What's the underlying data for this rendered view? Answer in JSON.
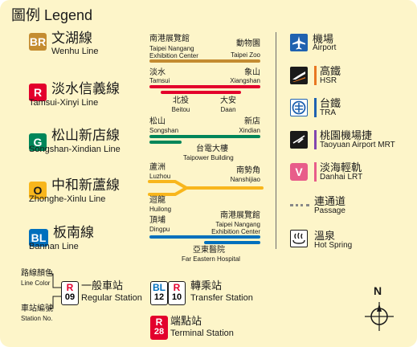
{
  "title": "圖例 Legend",
  "colors": {
    "background": "#fdf5c9",
    "wenhu": "#c48c31",
    "tamsui_xinyi": "#e3002c",
    "songshan_xindian": "#008659",
    "zhonghe_xinlu": "#f8b61c",
    "bannan": "#0070bd",
    "danhai": "#e85d8a",
    "airport_mrt": "#8246af"
  },
  "lines": [
    {
      "code": "BR",
      "name_zh": "文湖線",
      "name_en": "Wenhu Line",
      "color": "#c48c31"
    },
    {
      "code": "R",
      "name_zh": "淡水信義線",
      "name_en": "Tamsui-Xinyi Line",
      "color": "#e3002c"
    },
    {
      "code": "G",
      "name_zh": "松山新店線",
      "name_en": "Songshan-Xindian Line",
      "color": "#008659"
    },
    {
      "code": "O",
      "name_zh": "中和新蘆線",
      "name_en": "Zhonghe-Xinlu Line",
      "color": "#f8b61c"
    },
    {
      "code": "BL",
      "name_zh": "板南線",
      "name_en": "Bannan Line",
      "color": "#0070bd"
    }
  ],
  "terminals": {
    "wenhu_left": {
      "zh": "南港展覽館",
      "en1": "Taipei Nangang",
      "en2": "Exhibition Center"
    },
    "wenhu_right": {
      "zh": "動物園",
      "en": "Taipei Zoo"
    },
    "red_left": {
      "zh": "淡水",
      "en": "Tamsui"
    },
    "red_right": {
      "zh": "象山",
      "en": "Xiangshan"
    },
    "red_branch1": {
      "zh": "北投",
      "en": "Beitou"
    },
    "red_branch2": {
      "zh": "大安",
      "en": "Daan"
    },
    "green_left": {
      "zh": "松山",
      "en": "Songshan"
    },
    "green_right": {
      "zh": "新店",
      "en": "Xindian"
    },
    "green_branch": {
      "zh": "台電大樓",
      "en": "Taipower Building"
    },
    "orange_top_left": {
      "zh": "蘆洲",
      "en": "Luzhou"
    },
    "orange_right": {
      "zh": "南勢角",
      "en": "Nanshijiao"
    },
    "orange_bottom_left": {
      "zh": "迴龍",
      "en": "Huilong"
    },
    "blue_left": {
      "zh": "頂埔",
      "en": "Dingpu"
    },
    "blue_right": {
      "zh": "南港展覽館",
      "en1": "Taipei Nangang",
      "en2": "Exhibition Center"
    },
    "blue_branch": {
      "zh": "亞東醫院",
      "en": "Far Eastern Hospital"
    }
  },
  "facilities": [
    {
      "icon": "airport-icon",
      "zh": "機場",
      "en": "Airport"
    },
    {
      "icon": "hsr-icon",
      "zh": "高鐵",
      "en": "HSR"
    },
    {
      "icon": "tra-icon",
      "zh": "台鐵",
      "en": "TRA"
    },
    {
      "icon": "airport-mrt-icon",
      "zh": "桃園機場捷",
      "en": "Taoyuan Airport MRT"
    },
    {
      "icon": "danhai-lrt-icon",
      "zh": "淡海輕軌",
      "en": "Danhai LRT",
      "badge": "V"
    },
    {
      "icon": "passage-icon",
      "zh": "連通道",
      "en": "Passage"
    },
    {
      "icon": "hot-spring-icon",
      "zh": "溫泉",
      "en": "Hot Spring"
    }
  ],
  "stations": {
    "line_color_zh": "路線顏色",
    "line_color_en": "Line Color",
    "station_no_zh": "車站編號",
    "station_no_en": "Station No.",
    "regular": {
      "code": "R",
      "num": "09",
      "zh": "一般車站",
      "en": "Regular Station"
    },
    "transfer": {
      "code1": "BL",
      "num1": "12",
      "code2": "R",
      "num2": "10",
      "zh": "轉乘站",
      "en": "Transfer Station"
    },
    "terminal": {
      "code": "R",
      "num": "28",
      "zh": "端點站",
      "en": "Terminal Station"
    }
  },
  "compass": {
    "label": "N"
  }
}
